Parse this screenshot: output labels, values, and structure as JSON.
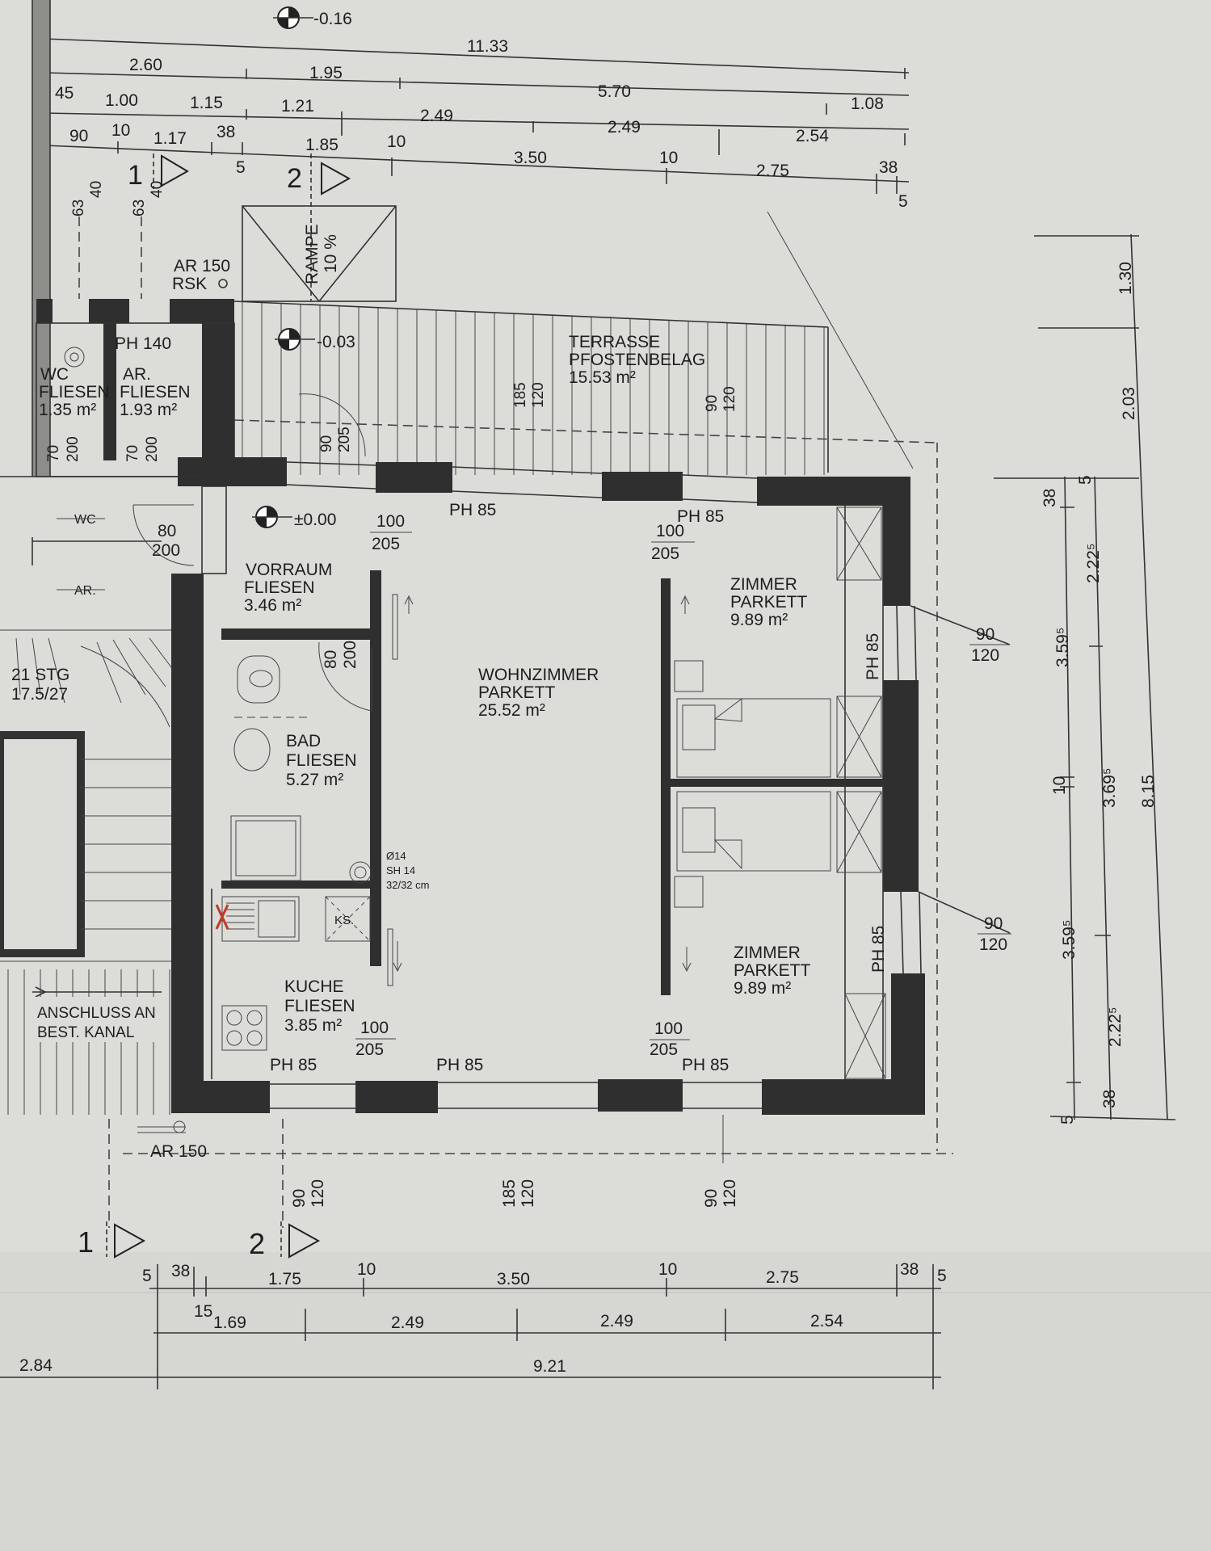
{
  "levels": {
    "top_level": "-0.16",
    "terrace_level": "-0.03",
    "floor_level": "±0.00"
  },
  "top_dims": {
    "row1": [
      "11.33"
    ],
    "row2": [
      "2.60",
      "1.95",
      "5.70",
      "1.08"
    ],
    "row3": [
      "45",
      "1.00",
      "1.15",
      "1.21",
      "2.49",
      "2.49",
      "2.54"
    ],
    "row4": [
      "90",
      "10",
      "1.17",
      "38",
      "5",
      "1.85",
      "10",
      "3.50",
      "10",
      "2.75",
      "38",
      "5"
    ]
  },
  "section_marks": [
    "1",
    "2"
  ],
  "rampe": {
    "label": "RAMPE",
    "slope": "10 %"
  },
  "top_left": {
    "openings": [
      "40",
      "63",
      "40",
      "63"
    ],
    "ar": "AR 150",
    "rsk": "RSK",
    "ph": "PH 140"
  },
  "rooms": {
    "terrasse": {
      "name": "TERRASSE",
      "finish": "PFOSTENBELAG",
      "area": "15.53 m²"
    },
    "wc": {
      "name": "WC",
      "finish": "FLIESEN",
      "area": "1.35 m²"
    },
    "ar": {
      "name": "AR.",
      "finish": "FLIESEN",
      "area": "1.93 m²"
    },
    "vorraum": {
      "name": "VORRAUM",
      "finish": "FLIESEN",
      "area": "3.46 m²"
    },
    "bad": {
      "name": "BAD",
      "finish": "FLIESEN",
      "area": "5.27 m²"
    },
    "kuche": {
      "name": "KUCHE",
      "finish": "FLIESEN",
      "area": "3.85 m²"
    },
    "wohnzimmer": {
      "name": "WOHNZIMMER",
      "finish": "PARKETT",
      "area": "25.52 m²"
    },
    "zimmer1": {
      "name": "ZIMMER",
      "finish": "PARKETT",
      "area": "9.89 m²"
    },
    "zimmer2": {
      "name": "ZIMMER",
      "finish": "PARKETT",
      "area": "9.89 m²"
    }
  },
  "doors": {
    "d_70_200": [
      "70",
      "200"
    ],
    "d_90_205": [
      "90",
      "205"
    ],
    "d_185_120": [
      "185",
      "120"
    ],
    "d_90_120": [
      "90",
      "120"
    ],
    "d_80_200": [
      "80",
      "200"
    ],
    "d_100_205": [
      "100",
      "205"
    ]
  },
  "window_labels": {
    "ph85": "PH 85"
  },
  "misc": {
    "wc_small": "WC",
    "ar_small": "AR.",
    "stair": "21 STG",
    "stair_ratio": "17.5/27",
    "kanal": [
      "ANSCHLUSS AN",
      "BEST. KANAL"
    ],
    "ar150": "AR 150",
    "ks": "KS.",
    "shaft": [
      "Ø14",
      "SH 14",
      "32/32 cm"
    ]
  },
  "right_dims": {
    "outer": [
      "1.30",
      "2.03",
      "8.15"
    ],
    "mid": [
      "2.22⁵",
      "3.69⁵",
      "2.22⁵"
    ],
    "inner": [
      "38",
      "5",
      "3.59⁵",
      "10",
      "3.59⁵",
      "38",
      "5"
    ]
  },
  "bottom_dims": {
    "row1": [
      "5",
      "38",
      "1.75",
      "10",
      "3.50",
      "10",
      "2.75",
      "38",
      "5"
    ],
    "row2": [
      "15",
      "1.69",
      "2.49",
      "2.49",
      "2.54"
    ],
    "row3": [
      "2.84",
      "9.21"
    ],
    "verticals": [
      "90",
      "120",
      "185",
      "120",
      "90",
      "120"
    ]
  },
  "colors": {
    "paper": "#dcdcd9",
    "wall": "#2f2f2f",
    "ink": "#1e1e1e",
    "mark": "#c0392b"
  }
}
